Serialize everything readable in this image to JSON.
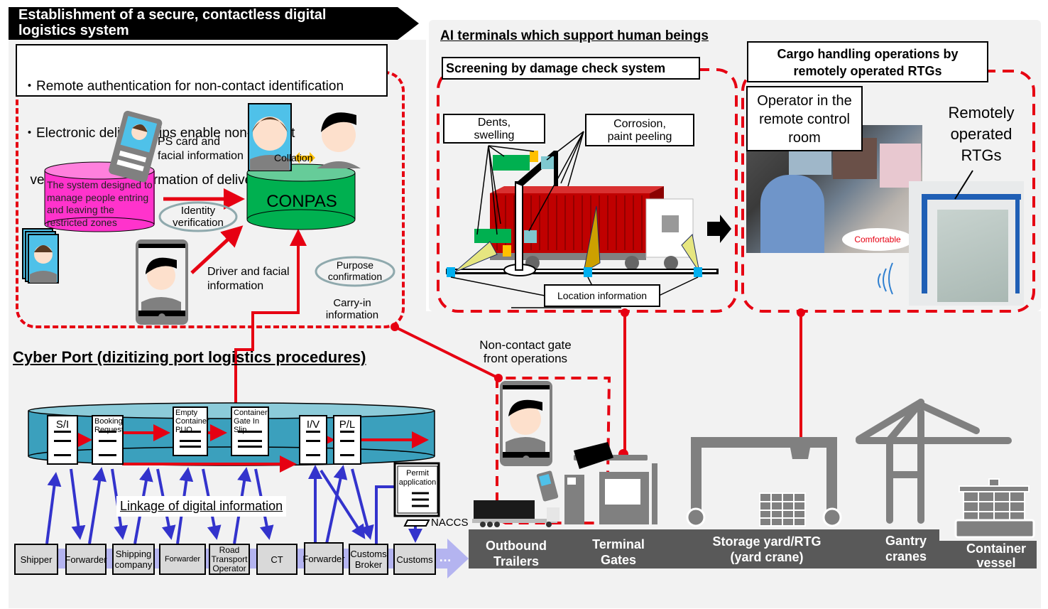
{
  "banner": {
    "title_line1": "Establishment of a secure, contactless digital",
    "title_line2": "logistics system"
  },
  "bullets": [
    "・Remote authentication for non-contact identification",
    "・Electronic delivery slips enable non-contact",
    "  verification and confirmation of delivery information"
  ],
  "conpas_section": {
    "ps_card_label_1": "PS card and",
    "ps_card_label_2": "facial information",
    "system_label": "The system designed to manage people entring and leaving the restricted zones",
    "conpas_label": "CONPAS",
    "collation_label": "Collation",
    "identity_1": "Identity",
    "identity_2": "verification",
    "driver_1": "Driver and facial",
    "driver_2": "information",
    "purpose_1": "Purpose",
    "purpose_2": "confirmation",
    "carry_1": "Carry-in",
    "carry_2": "information"
  },
  "ai_section": {
    "title": "AI terminals which support human beings",
    "damage_title": "Screening by damage check system",
    "dents_1": "Dents,",
    "dents_2": "swelling",
    "corrosion_1": "Corrosion,",
    "corrosion_2": "paint peeling",
    "location": "Location information",
    "rtg_title_1": "Cargo handling operations by",
    "rtg_title_2": "remotely operated RTGs",
    "operator_1": "Operator in the",
    "operator_2": "remote control",
    "operator_3": "room",
    "comfortable": "Comfortable",
    "remote_1": "Remotely",
    "remote_2": "operated",
    "remote_3": "RTGs"
  },
  "cyber_port": {
    "title": "Cyber Port (dizitizing port logistics procedures)",
    "documents": [
      "S/I",
      "Booking Request",
      "Empty Container PUO",
      "Container Gate In Slip",
      "I/V",
      "P/L"
    ],
    "permit": "Permit application",
    "naccs": "NACCS",
    "linkage": "Linkage of digital information",
    "actors": [
      "Shipper",
      "Forwarder",
      "Shipping company",
      "Forwarder",
      "Road Transport Operator",
      "CT",
      "Forwarder",
      "Customs Broker",
      "Customs"
    ],
    "ellipsis": "…"
  },
  "gate": {
    "label_1": "Non-contact gate",
    "label_2": "front operations"
  },
  "terminal": {
    "outbound_1": "Outbound",
    "outbound_2": "Trailers",
    "gates_1": "Terminal",
    "gates_2": "Gates",
    "yard_1": "Storage yard/RTG",
    "yard_2": "(yard crane)",
    "gantry_1": "Gantry",
    "gantry_2": "cranes",
    "vessel_1": "Container",
    "vessel_2": "vessel"
  },
  "colors": {
    "red": "#e60012",
    "blue_arrow": "#3333cc",
    "conpas_green": "#00b050",
    "system_magenta": "#ff33cc",
    "cyberport_teal": "#3ba0bd",
    "base_gray": "#595959",
    "icon_gray": "#808080"
  }
}
